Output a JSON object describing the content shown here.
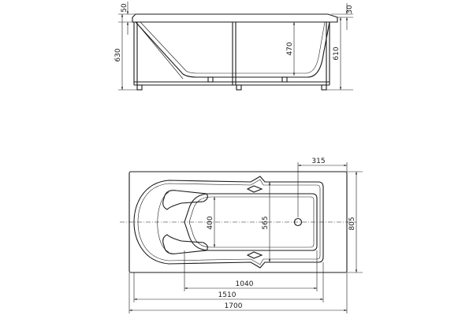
{
  "side_view": {
    "dims": {
      "rim_left": "50",
      "rim_right": "30",
      "total_height_left": "630",
      "total_height_right": "610",
      "inner_depth": "470"
    }
  },
  "top_view": {
    "dims": {
      "drain_offset": "315",
      "width_total": "805",
      "inner_width": "565",
      "seat_width": "400",
      "inner_length": "1040",
      "bowl_length": "1510",
      "total_length": "1700"
    }
  }
}
